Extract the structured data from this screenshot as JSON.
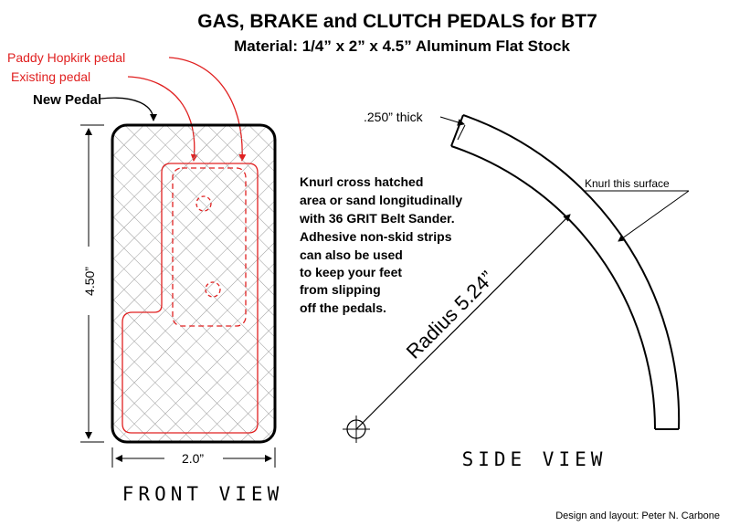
{
  "title": "GAS, BRAKE and  CLUTCH  PEDALS for BT7",
  "material": "Material:  1/4” x 2” x 4.5” Aluminum Flat Stock",
  "callouts": {
    "paddy": "Paddy Hopkirk pedal",
    "existing": "Existing  pedal",
    "new_pedal": "New Pedal"
  },
  "dimensions": {
    "height": "4.50”",
    "width": "2.0”",
    "thick": ".250” thick",
    "radius": "Radius   5.24”"
  },
  "note_lines": [
    "Knurl cross hatched",
    "area or sand longitudinally",
    "with 36 GRIT Belt Sander.",
    "Adhesive non-skid strips",
    "can also be used",
    "to keep your feet",
    "from slipping",
    "off the pedals."
  ],
  "knurl_surface": "Knurl this surface",
  "views": {
    "front": "FRONT  VIEW",
    "side": "SIDE  VIEW"
  },
  "credit": "Design and layout:  Peter N. Carbone",
  "colors": {
    "outline": "#000000",
    "callout_red": "#e02020",
    "hatch": "#9a9a9a"
  }
}
